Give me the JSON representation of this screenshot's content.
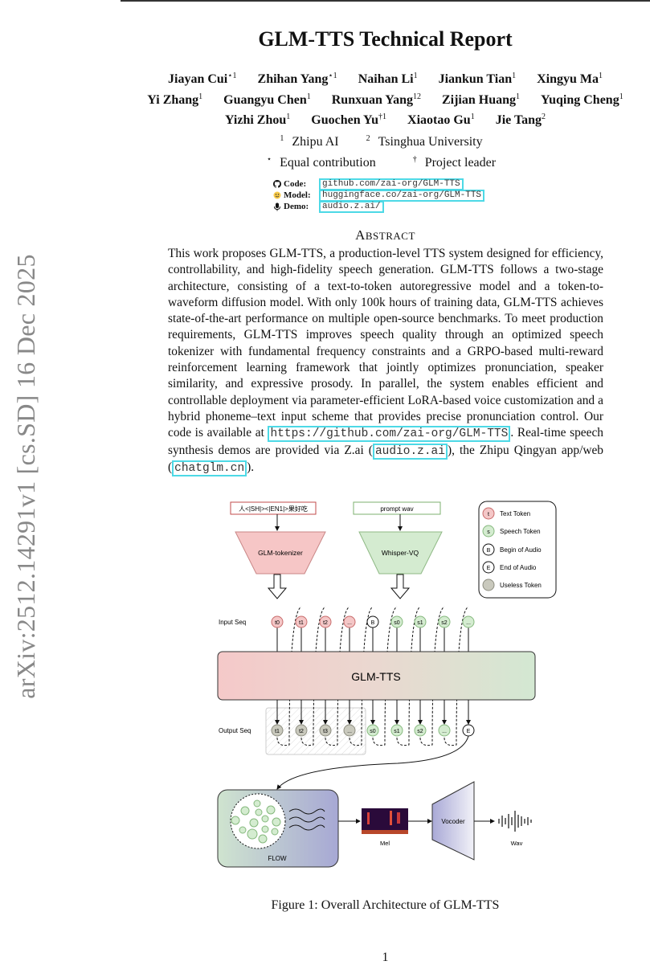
{
  "sidebar_stamp": "arXiv:2512.14291v1  [cs.SD]  16 Dec 2025",
  "title": "GLM-TTS Technical Report",
  "authors": [
    {
      "name": "Jiayan Cui",
      "mark": "⋆1"
    },
    {
      "name": "Zhihan Yang",
      "mark": "⋆1"
    },
    {
      "name": "Naihan Li",
      "mark": "1"
    },
    {
      "name": "Jiankun Tian",
      "mark": "1"
    },
    {
      "name": "Xingyu Ma",
      "mark": "1"
    },
    {
      "name": "Yi Zhang",
      "mark": "1"
    },
    {
      "name": "Guangyu Chen",
      "mark": "1"
    },
    {
      "name": "Runxuan Yang",
      "mark": "12"
    },
    {
      "name": "Zijian Huang",
      "mark": "1"
    },
    {
      "name": "Yuqing Cheng",
      "mark": "1"
    },
    {
      "name": "Yizhi Zhou",
      "mark": "1"
    },
    {
      "name": "Guochen Yu",
      "mark": "†1"
    },
    {
      "name": "Xiaotao Gu",
      "mark": "1"
    },
    {
      "name": "Jie Tang",
      "mark": "2"
    }
  ],
  "affiliations": [
    {
      "mark": "1",
      "name": "Zhipu AI"
    },
    {
      "mark": "2",
      "name": "Tsinghua University"
    }
  ],
  "notes": [
    {
      "mark": "⋆",
      "text": "Equal contribution"
    },
    {
      "mark": "†",
      "text": "Project leader"
    }
  ],
  "links": [
    {
      "icon": "github-icon",
      "label": "Code:",
      "url": "github.com/zai-org/GLM-TTS"
    },
    {
      "icon": "huggingface-icon",
      "label": "Model:",
      "url": "huggingface.co/zai-org/GLM-TTS"
    },
    {
      "icon": "microphone-icon",
      "label": "Demo:",
      "url": "audio.z.ai/"
    }
  ],
  "abstract": {
    "heading_first": "A",
    "heading_rest": "BSTRACT",
    "text_before_link": "This work proposes GLM-TTS, a production-level TTS system designed for efficiency, controllability, and high-fidelity speech generation. GLM-TTS follows a two-stage architecture, consisting of a text-to-token autoregressive model and a token-to-waveform diffusion model. With only 100k hours of training data, GLM-TTS achieves state-of-the-art performance on multiple open-source benchmarks. To meet production requirements, GLM-TTS improves speech quality through an optimized speech tokenizer with fundamental frequency constraints and a GRPO-based multi-reward reinforcement learning framework that jointly optimizes pronunciation, speaker similarity, and expressive prosody. In parallel, the system enables efficient and controllable deployment via parameter-efficient LoRA-based voice customization and a hybrid phoneme–text input scheme that provides precise pronunciation control. Our code is available at ",
    "code_link": "https://github.com/zai-org/GLM-TTS",
    "text_mid": ". Real-time speech synthesis demos are provided via Z.ai (",
    "demo_link": "audio.z.ai",
    "text_mid2": "), the Zhipu Qingyan app/web (",
    "app_link": "chatglm.cn",
    "text_end": ")."
  },
  "figure": {
    "text_input": "人<|SH|><|EN1|>果好吃",
    "prompt_input": "prompt wav",
    "text_tokenizer": "GLM-tokenizer",
    "speech_tokenizer": "Whisper-VQ",
    "legend": [
      {
        "symbol": "t",
        "label": "Text Token",
        "fill": "#f4c7c7",
        "stroke": "#c96b6b"
      },
      {
        "symbol": "s",
        "label": "Speech Token",
        "fill": "#d4ecd0",
        "stroke": "#86b97e"
      },
      {
        "symbol": "B",
        "label": "Begin of Audio",
        "fill": "#ffffff",
        "stroke": "#111111"
      },
      {
        "symbol": "E",
        "label": "End of Audio",
        "fill": "#ffffff",
        "stroke": "#111111"
      },
      {
        "symbol": "",
        "label": "Useless Token",
        "fill": "#c9c9bd",
        "stroke": "#8d8d80"
      }
    ],
    "input_seq_label": "Input Seq",
    "output_seq_label": "Output Seq",
    "input_seq": [
      "t0",
      "t1",
      "t2",
      "...",
      "B",
      "s0",
      "s1",
      "s2",
      "..."
    ],
    "output_seq": [
      "t1",
      "t2",
      "t3",
      "...",
      "s0",
      "s1",
      "s2",
      "...",
      "E"
    ],
    "model_label": "GLM-TTS",
    "flow_label": "FLOW",
    "mel_label": "Mel",
    "vocoder_label": "Vocoder",
    "wav_label": "Wav",
    "colors": {
      "text_red": "#f4c7c7",
      "speech_green": "#d4ecd0",
      "flow_purple": "#a9a9d2",
      "link_cyan": "#4dd9e6"
    }
  },
  "caption": "Figure 1: Overall Architecture of GLM-TTS",
  "page_number": "1"
}
